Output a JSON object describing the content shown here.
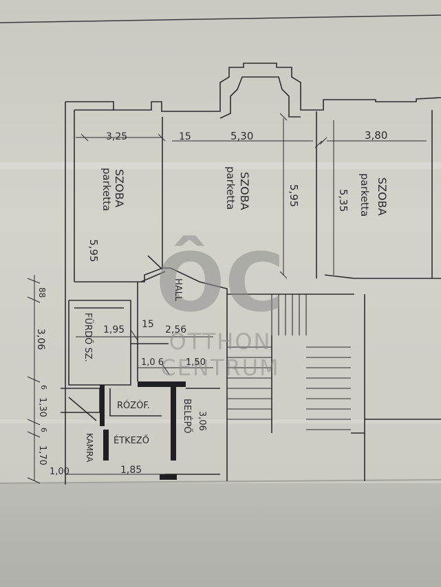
{
  "colors": {
    "paper": "#cfcec7",
    "ink": "#2c2c30",
    "watermark": "#8e8e8c",
    "table_surface": "#b7b7b1"
  },
  "rooms": {
    "room1": {
      "name": "SZOBA",
      "floor": "parketta",
      "width": "3,25",
      "depth": "5,95"
    },
    "room2": {
      "name": "SZOBA",
      "floor": "parketta",
      "width": "5,30",
      "depth": "5,95",
      "gap": "15"
    },
    "room3": {
      "name": "SZOBA",
      "floor": "parketta",
      "width": "3,80",
      "depth": "5,35"
    },
    "hall": {
      "name": "HALL",
      "width": "2,56"
    },
    "bathroom": {
      "name": "FÜRDŐ SZ.",
      "width": "1,95",
      "gap": "15"
    },
    "pantry_wc": {
      "name": "RÓZÓF."
    },
    "dining": {
      "name": "ÉTKEZŐ",
      "width": "1,85"
    },
    "entrance": {
      "name": "BELÉPŐ",
      "depth": "3,06"
    },
    "storage": {
      "name": "KAMRA",
      "width": "1,00"
    }
  },
  "dims": {
    "left_top": "88",
    "left_3": "3,06",
    "left_6a": "6",
    "left_130": "1,30",
    "left_6b": "6",
    "left_170": "1,70",
    "door_106": "1,0 6",
    "door_150": "1,50"
  },
  "watermark": {
    "logo_mark": "ÔC",
    "line1": "OTTHON",
    "line2": "CENTRUM"
  }
}
